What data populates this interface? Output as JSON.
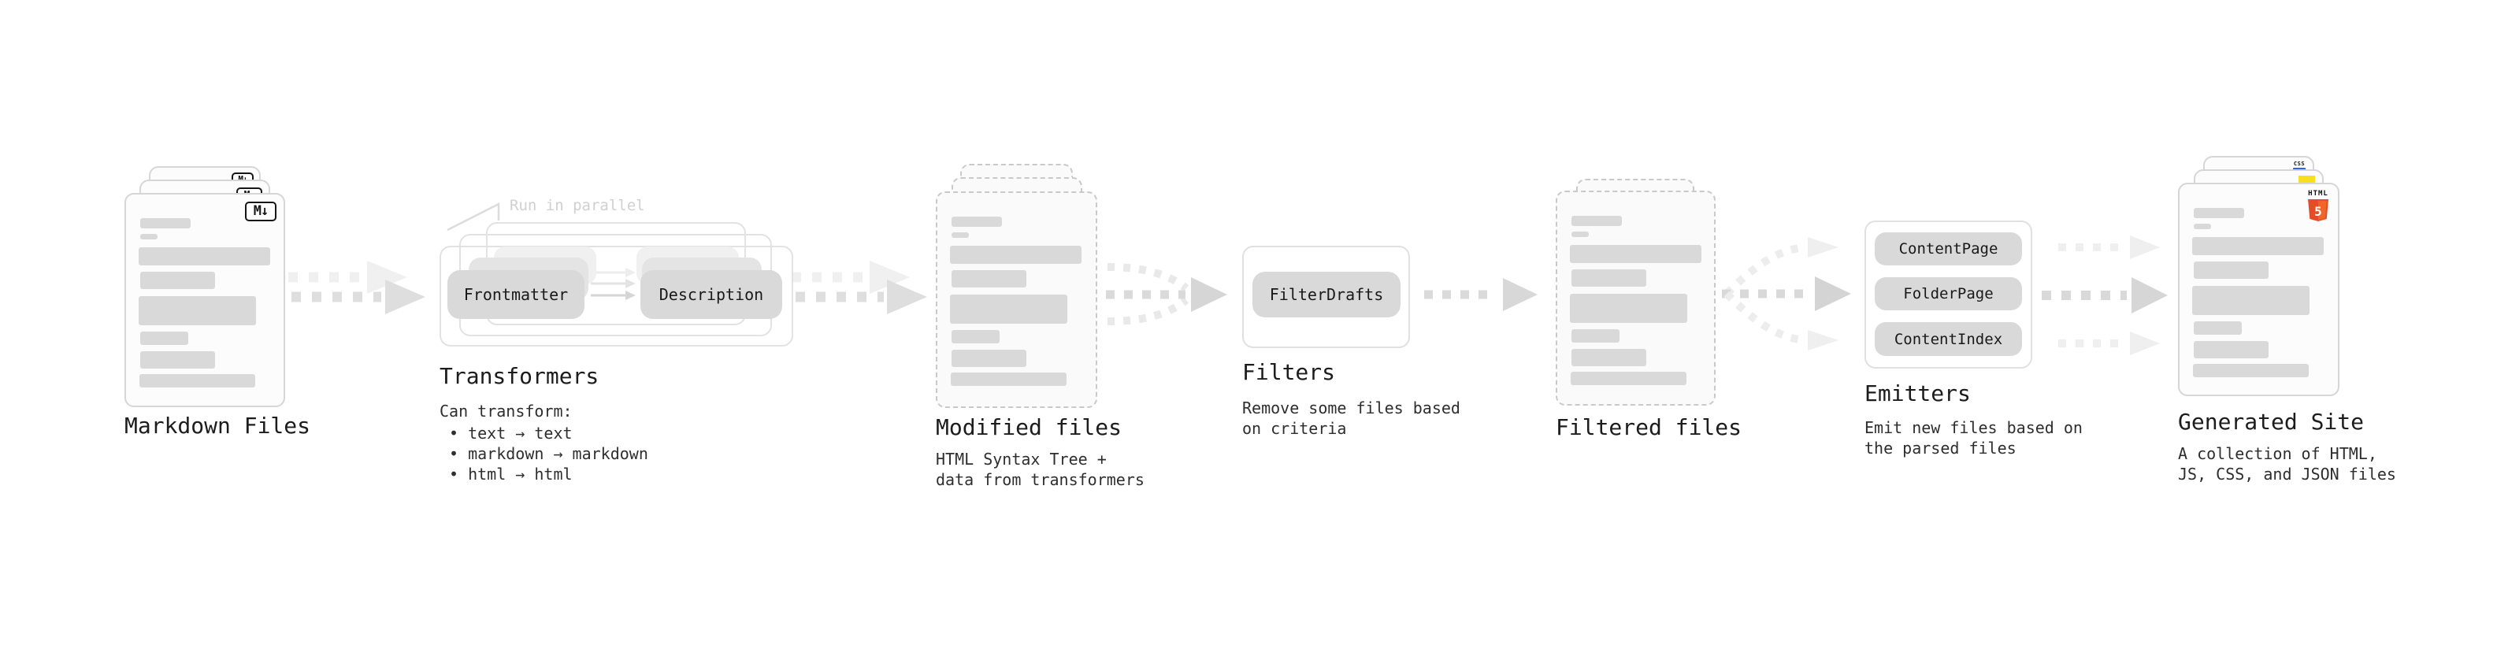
{
  "stages": {
    "markdown_files": {
      "label": "Markdown Files",
      "badge": "M↓"
    },
    "transformers": {
      "label": "Transformers",
      "note": "Run in parallel",
      "pills": [
        "Frontmatter",
        "Description"
      ],
      "desc_heading": "Can transform:",
      "bullets": [
        "• text → text",
        "• markdown → markdown",
        "• html → html"
      ]
    },
    "modified_files": {
      "label": "Modified files",
      "desc_lines": [
        "HTML Syntax Tree +",
        "data from transformers"
      ]
    },
    "filters": {
      "label": "Filters",
      "pill": "FilterDrafts",
      "desc_lines": [
        "Remove some files based",
        "on criteria"
      ]
    },
    "filtered_files": {
      "label": "Filtered files"
    },
    "emitters": {
      "label": "Emitters",
      "pills": [
        "ContentPage",
        "FolderPage",
        "ContentIndex"
      ],
      "desc_lines": [
        "Emit new files based on",
        "the parsed files"
      ]
    },
    "generated_site": {
      "label": "Generated Site",
      "desc_lines": [
        "A collection of HTML,",
        "JS, CSS, and JSON files"
      ],
      "badges": {
        "html_label": "HTML",
        "html_number": "5",
        "css_label": "CSS"
      }
    }
  },
  "colors": {
    "html5_orange": "#e44d26",
    "html5_orange_light": "#f16529",
    "js_yellow": "#f7df1e",
    "css_blue": "#2b63f5"
  }
}
